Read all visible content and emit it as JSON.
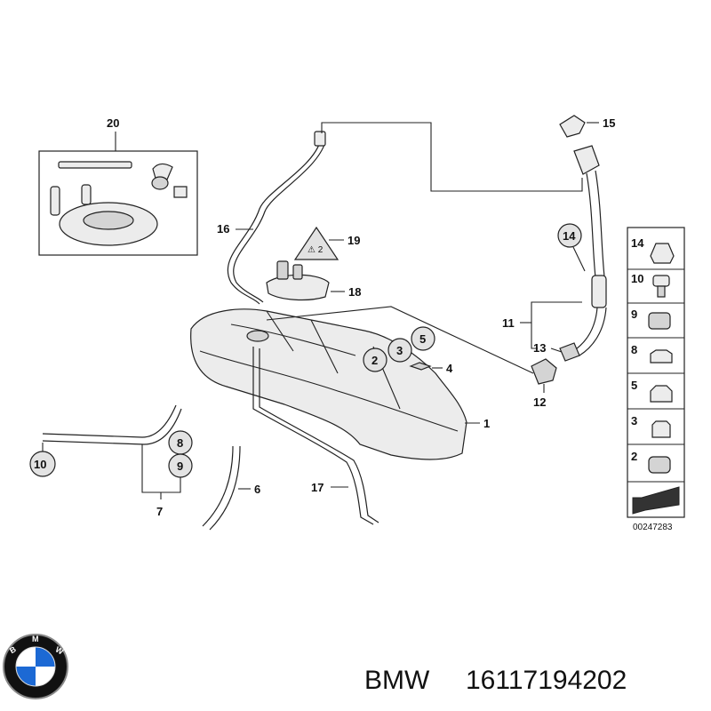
{
  "callouts": {
    "c1": "1",
    "c2": "2",
    "c3": "3",
    "c4": "4",
    "c5": "5",
    "c6": "6",
    "c7": "7",
    "c8": "8",
    "c9": "9",
    "c10": "10",
    "c11": "11",
    "c12": "12",
    "c13": "13",
    "c14": "14",
    "c15": "15",
    "c16": "16",
    "c17": "17",
    "c18": "18",
    "c19": "19",
    "c20": "20"
  },
  "side_panel": {
    "labels": [
      "14",
      "10",
      "9",
      "8",
      "5",
      "3",
      "2"
    ],
    "diagram_number": "00247283"
  },
  "footer": {
    "brand": "BMW",
    "part_number": "16117194202",
    "logo_letters": "BMW",
    "logo_colors": {
      "blue": "#1c69d4",
      "white": "#ffffff",
      "ring": "#111111"
    }
  }
}
